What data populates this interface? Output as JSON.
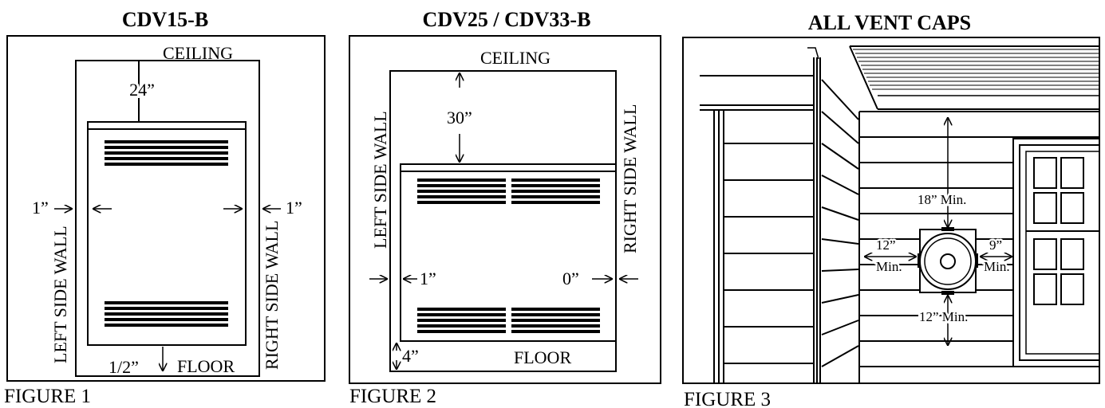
{
  "figure1": {
    "title": "CDV15-B",
    "ceiling": "CEILING",
    "top_clearance": "24”",
    "left_clearance": "1”",
    "right_clearance": "1”",
    "left_wall": "LEFT SIDE WALL",
    "right_wall": "RIGHT SIDE WALL",
    "bottom_clearance": "1/2”",
    "floor": "FLOOR",
    "caption": "FIGURE 1"
  },
  "figure2": {
    "title": "CDV25 / CDV33-B",
    "ceiling": "CEILING",
    "top_clearance": "30”",
    "left_wall": "LEFT SIDE WALL",
    "right_wall": "RIGHT SIDE WALL",
    "left_clearance": "1”",
    "right_clearance": "0”",
    "bottom_clearance": "4”",
    "floor": "FLOOR",
    "caption": "FIGURE 2"
  },
  "figure3": {
    "title": "ALL VENT CAPS",
    "top_clearance": "18”  Min.",
    "left_value": "12”",
    "left_min": "Min.",
    "right_value": "9”",
    "right_min": "Min.",
    "bottom_clearance": "12”  Min.",
    "caption": "FIGURE 3"
  }
}
